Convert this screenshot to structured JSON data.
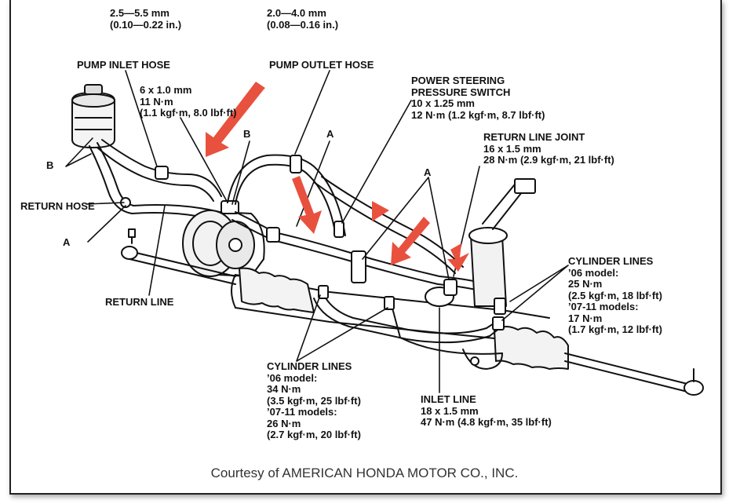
{
  "specs_top": {
    "left": {
      "line1": "2.5—5.5 mm",
      "line2": "(0.10—0.22 in.)"
    },
    "right": {
      "line1": "2.0—4.0 mm",
      "line2": "(0.08—0.16 in.)"
    }
  },
  "labels": {
    "pump_inlet_hose": "PUMP INLET HOSE",
    "pump_inlet_spec": [
      "6 x 1.0 mm",
      "11 N·m",
      "(1.1 kgf·m, 8.0 lbf·ft)"
    ],
    "pump_outlet_hose": "PUMP OUTLET HOSE",
    "ps_switch": [
      "POWER STEERING",
      "PRESSURE SWITCH",
      "10 x 1.25 mm",
      "12 N·m (1.2 kgf·m, 8.7 lbf·ft)"
    ],
    "return_line_joint": [
      "RETURN LINE JOINT",
      "16 x 1.5 mm",
      "28 N·m (2.9 kgf·m, 21 lbf·ft)"
    ],
    "return_hose": "RETURN HOSE",
    "return_line": "RETURN LINE",
    "cyl_lines_right": [
      "CYLINDER LINES",
      "’06 model:",
      "25 N·m",
      "(2.5 kgf·m, 18 lbf·ft)",
      "’07-11 models:",
      "17 N·m",
      "(1.7 kgf·m, 12 lbf·ft)"
    ],
    "cyl_lines_bottom": [
      "CYLINDER LINES",
      "’06 model:",
      "34 N·m",
      "(3.5 kgf·m, 25 lbf·ft)",
      "’07-11 models:",
      "26 N·m",
      "(2.7 kgf·m, 20 lbf·ft)"
    ],
    "inlet_line": [
      "INLET LINE",
      "18 x 1.5 mm",
      "47 N·m (4.8 kgf·m, 35 lbf·ft)"
    ],
    "letter_a": "A",
    "letter_b": "B"
  },
  "credit": "Courtesy of AMERICAN HONDA MOTOR CO., INC.",
  "colors": {
    "arrow_red": "#e8513e",
    "line": "#111111",
    "frame": "#222222"
  }
}
